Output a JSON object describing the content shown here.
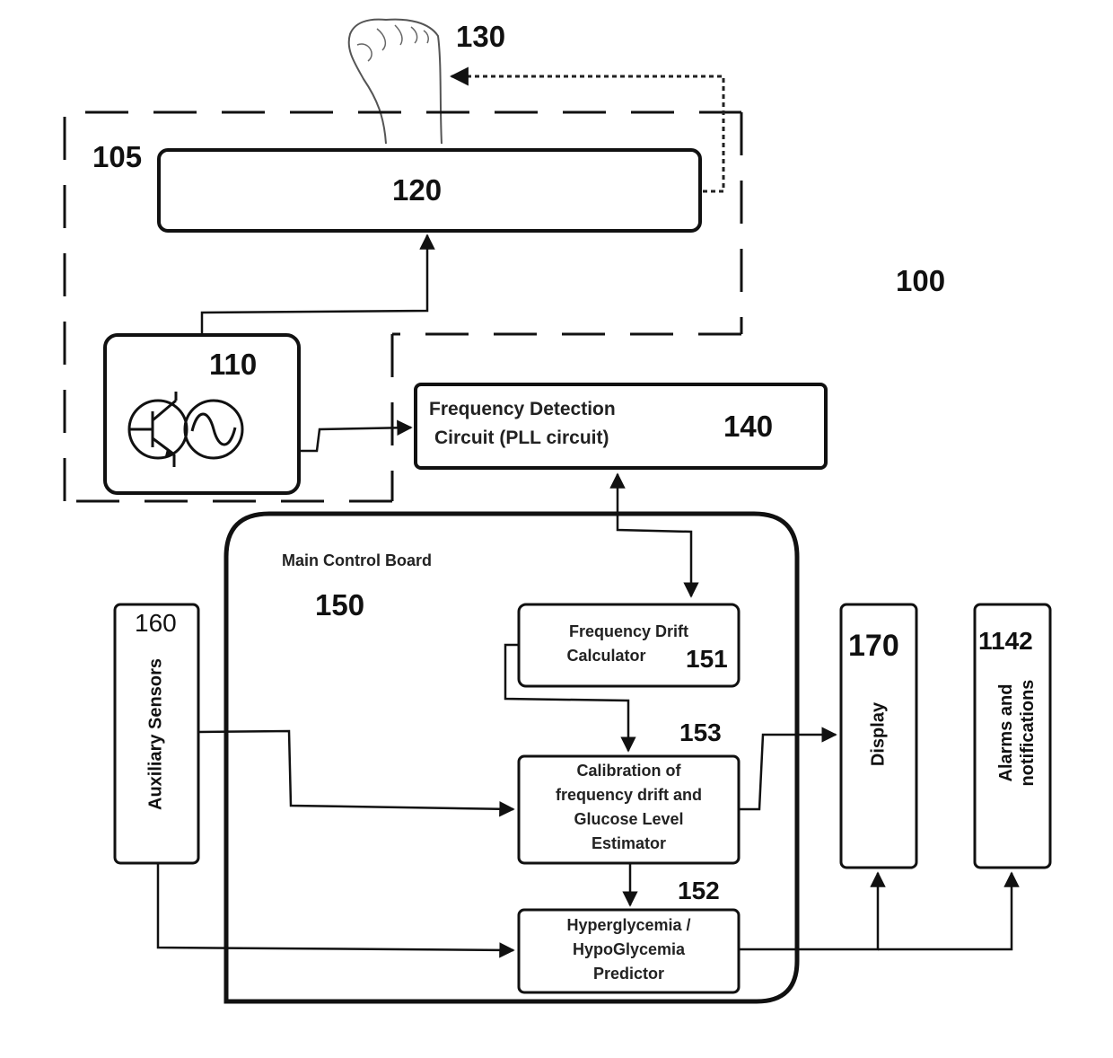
{
  "figure": {
    "system_ref": "100",
    "sensor_enclosure_ref": "105",
    "oscillator": {
      "ref": "110",
      "icons": [
        "transistor-icon",
        "sine-wave-source-icon"
      ]
    },
    "sensor_pad": {
      "ref": "120"
    },
    "body_part": {
      "ref": "130",
      "icon": "hand-fist-icon"
    },
    "frequency_detection": {
      "ref": "140",
      "line1": "Frequency Detection",
      "line2": "Circuit (PLL circuit)"
    },
    "main_board": {
      "ref": "150",
      "title": "Main Control Board"
    },
    "drift_calculator": {
      "ref": "151",
      "line1": "Frequency Drift",
      "line2": "Calculator"
    },
    "predictor": {
      "ref": "152",
      "line1": "Hyperglycemia /",
      "line2": "HypoGlycemia",
      "line3": "Predictor"
    },
    "estimator": {
      "ref": "153",
      "line1": "Calibration of",
      "line2": "frequency drift and",
      "line3": "Glucose Level",
      "line4": "Estimator"
    },
    "aux_sensors": {
      "ref": "160",
      "label": "Auxiliary Sensors"
    },
    "display": {
      "ref": "170",
      "label": "Display"
    },
    "alarms": {
      "ref": "1142",
      "line1": "Alarms and",
      "line2": "notifications"
    }
  }
}
